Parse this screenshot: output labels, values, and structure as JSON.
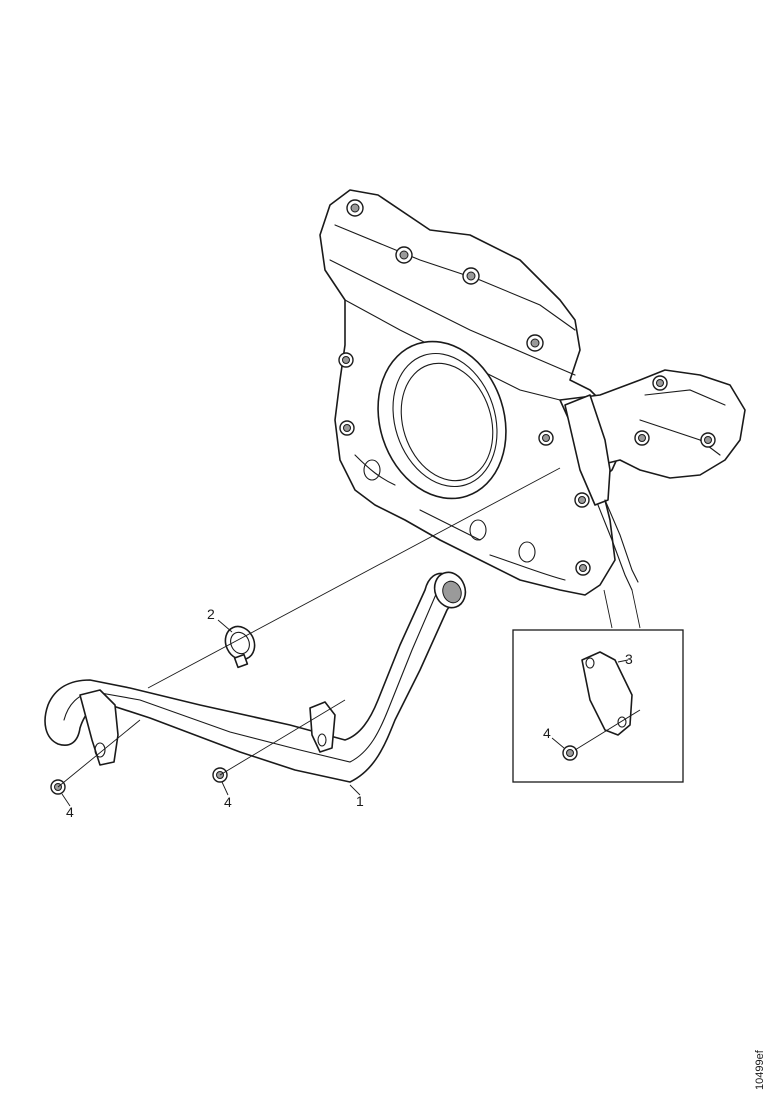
{
  "callouts": {
    "pipe": "1",
    "clamp": "2",
    "cover_plate": "3",
    "bolt_left": "4",
    "bolt_middle": "4",
    "bolt_detail": "4"
  },
  "drawing_code": "10499ef"
}
